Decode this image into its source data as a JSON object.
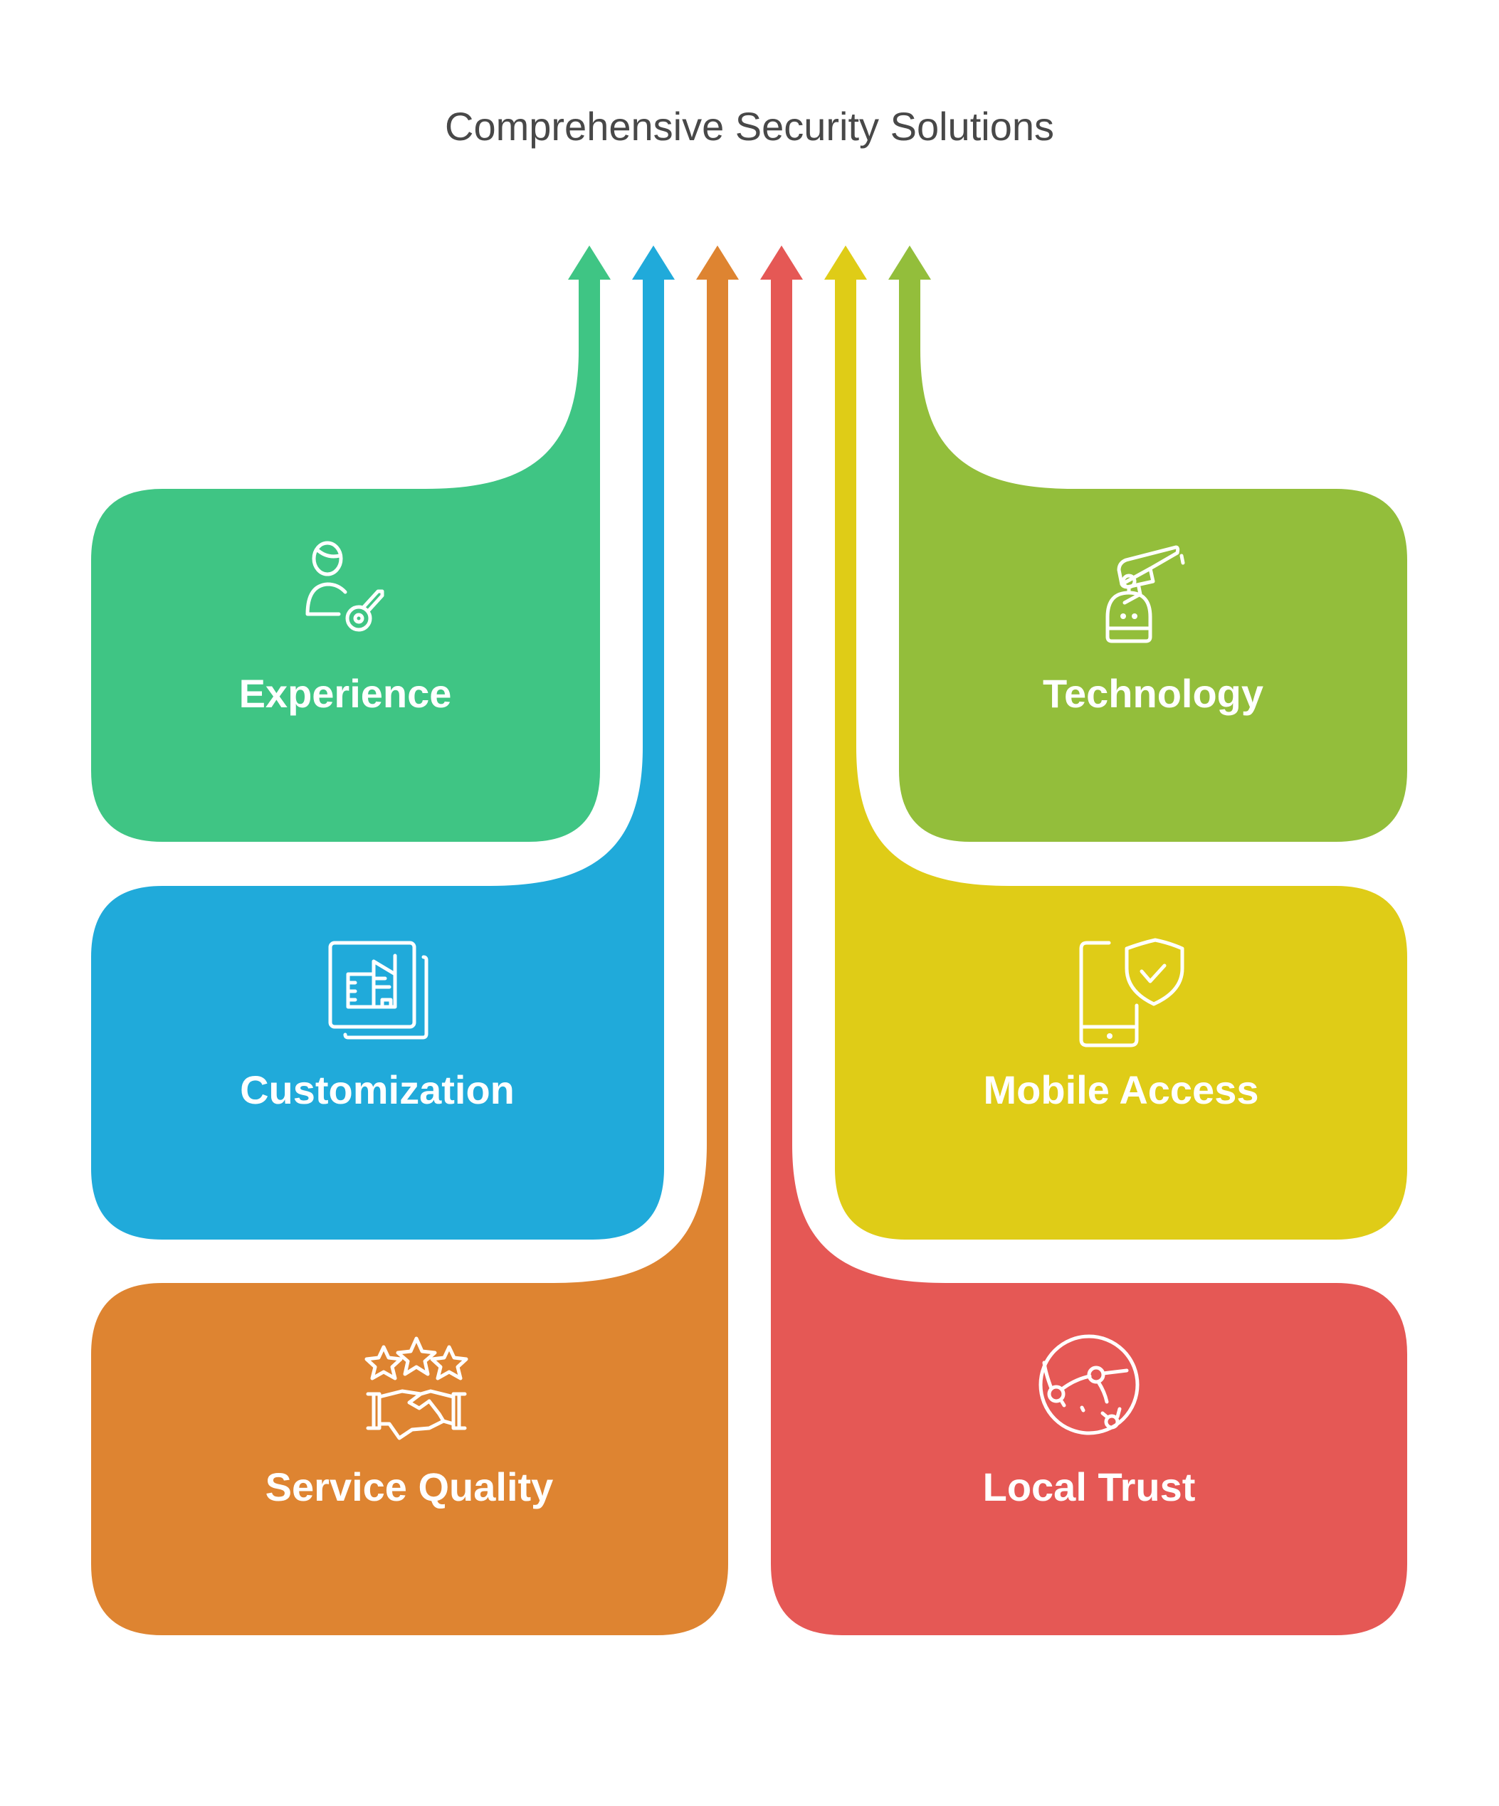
{
  "title": "Comprehensive Security Solutions",
  "items": [
    {
      "label": "Experience",
      "icon": "security-guard-key-icon",
      "color": "#3FC584",
      "side": "left",
      "row": 1
    },
    {
      "label": "Customization",
      "icon": "building-documents-icon",
      "color": "#20AADA",
      "side": "left",
      "row": 2
    },
    {
      "label": "Service Quality",
      "icon": "stars-handshake-icon",
      "color": "#DE8431",
      "side": "left",
      "row": 3
    },
    {
      "label": "Local Trust",
      "icon": "globe-network-icon",
      "color": "#E55855",
      "side": "right",
      "row": 3
    },
    {
      "label": "Mobile Access",
      "icon": "mobile-shield-check-icon",
      "color": "#DFCC17",
      "side": "right",
      "row": 2
    },
    {
      "label": "Technology",
      "icon": "robot-camera-icon",
      "color": "#93BE3B",
      "side": "right",
      "row": 1
    }
  ]
}
